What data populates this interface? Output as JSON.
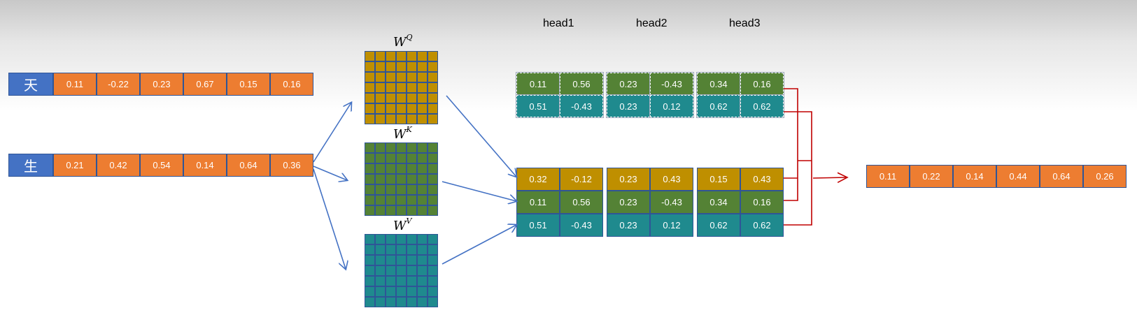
{
  "tokens": [
    {
      "char": "天",
      "values": [
        "0.11",
        "-0.22",
        "0.23",
        "0.67",
        "0.15",
        "0.16"
      ]
    },
    {
      "char": "生",
      "values": [
        "0.21",
        "0.42",
        "0.54",
        "0.14",
        "0.64",
        "0.36"
      ]
    }
  ],
  "weights": [
    {
      "base": "W",
      "sup": "Q",
      "color": "#bf8f00"
    },
    {
      "base": "W",
      "sup": "K",
      "color": "#548235"
    },
    {
      "base": "W",
      "sup": "V",
      "color": "#1f8a8e"
    }
  ],
  "heads": [
    "head1",
    "head2",
    "head3"
  ],
  "top_block": {
    "rows": [
      {
        "color": "green",
        "values": [
          [
            "0.11",
            "0.56"
          ],
          [
            "0.23",
            "-0.43"
          ],
          [
            "0.34",
            "0.16"
          ]
        ]
      },
      {
        "color": "teal",
        "values": [
          [
            "0.51",
            "-0.43"
          ],
          [
            "0.23",
            "0.12"
          ],
          [
            "0.62",
            "0.62"
          ]
        ]
      }
    ]
  },
  "qkv_block": {
    "rows": [
      {
        "color": "gold",
        "values": [
          [
            "0.32",
            "-0.12"
          ],
          [
            "0.23",
            "0.43"
          ],
          [
            "0.15",
            "0.43"
          ]
        ]
      },
      {
        "color": "green",
        "values": [
          [
            "0.11",
            "0.56"
          ],
          [
            "0.23",
            "-0.43"
          ],
          [
            "0.34",
            "0.16"
          ]
        ]
      },
      {
        "color": "teal",
        "values": [
          [
            "0.51",
            "-0.43"
          ],
          [
            "0.23",
            "0.12"
          ],
          [
            "0.62",
            "0.62"
          ]
        ]
      }
    ]
  },
  "output": [
    "0.11",
    "0.22",
    "0.14",
    "0.44",
    "0.64",
    "0.26"
  ],
  "colors": {
    "token": "#4472c4",
    "vector": "#ed7d31",
    "arrow_blue": "#4472c4",
    "arrow_red": "#c00000",
    "border": "#2f5597"
  }
}
